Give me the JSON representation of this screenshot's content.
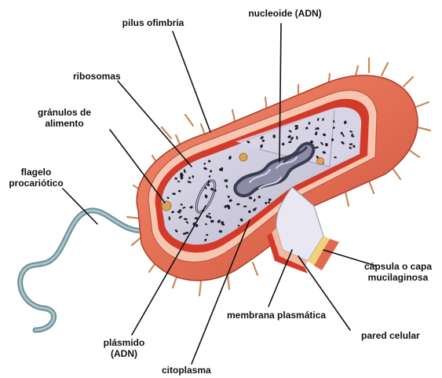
{
  "labels": {
    "pilus": "pilus ofimbria",
    "nucleoid": "nucleoide (ADN)",
    "ribosomes": "ribosomas",
    "granules_l1": "gránulos de",
    "granules_l2": "alimento",
    "flagellum_l1": "flagelo",
    "flagellum_l2": "procariótico",
    "capsule_l1": "cápsula o capa",
    "capsule_l2": "mucilaginosa",
    "membrane": "membrana plasmática",
    "wall": "pared celular",
    "plasmid_l1": "plásmido",
    "plasmid_l2": "(ADN)",
    "cytoplasm": "citoplasma"
  },
  "colors": {
    "capsule": "#e8735a",
    "capsule_dark": "#c94d35",
    "wall": "#f5b8a0",
    "membrane": "#d33a2a",
    "cytoplasm": "#c9c7d8",
    "cut_face": "#e9e8f2",
    "pilus": "#c98a5a",
    "granule": "#d9a35a",
    "flagellum": "#7fa3aa",
    "leader": "#111111"
  }
}
